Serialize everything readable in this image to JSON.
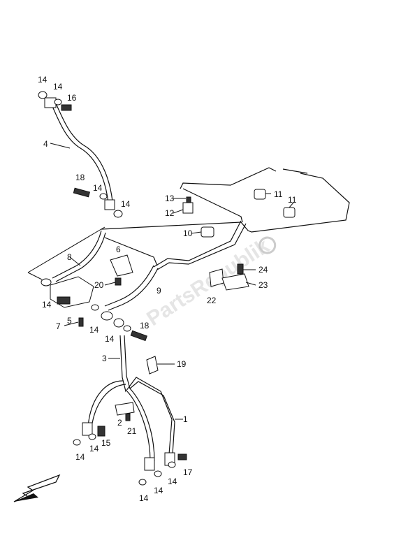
{
  "watermark": "PartsRepublik",
  "callouts": [
    "14",
    "14",
    "16",
    "4",
    "18",
    "14",
    "14",
    "6",
    "8",
    "20",
    "14",
    "7",
    "5",
    "14",
    "14",
    "18",
    "9",
    "11",
    "11",
    "13",
    "12",
    "10",
    "24",
    "23",
    "22",
    "3",
    "19",
    "2",
    "21",
    "1",
    "15",
    "14",
    "14",
    "17",
    "14",
    "14",
    "14"
  ],
  "colors": {
    "line": "#111111",
    "watermark": "#cccccc"
  },
  "icons": {
    "direction_arrow": "front-direction-arrow-icon",
    "watermark_logo": "gear-logo-icon"
  }
}
